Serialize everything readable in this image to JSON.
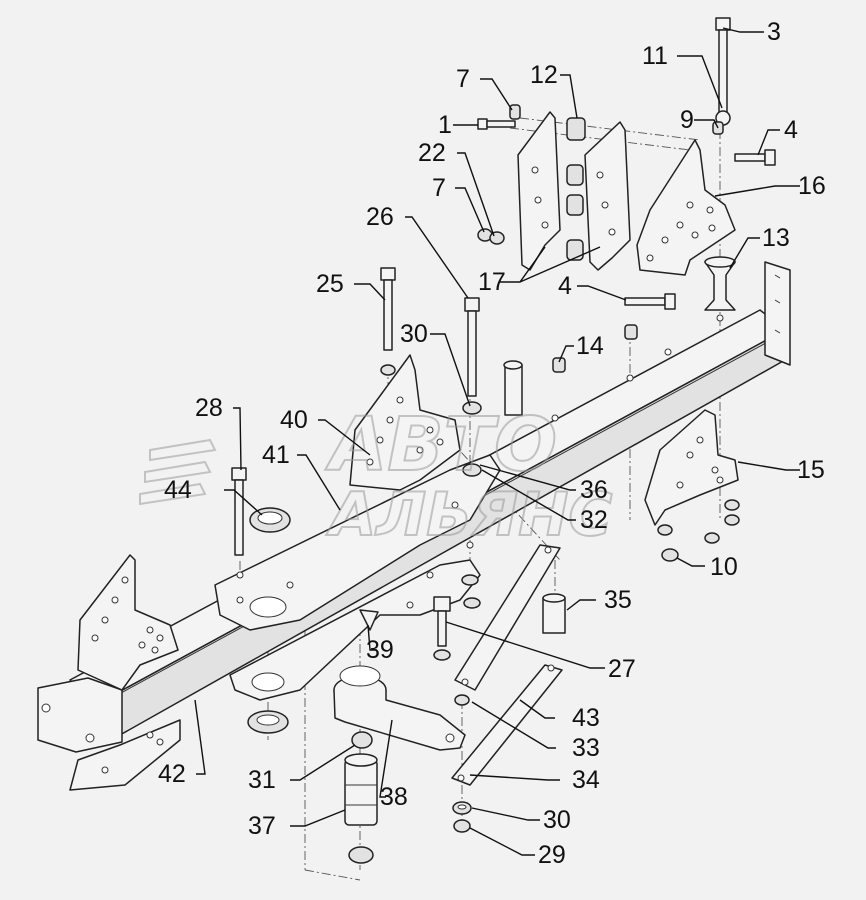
{
  "watermark": {
    "line1": "АВТО",
    "line2": "АЛЬЯНС"
  },
  "callouts": [
    {
      "id": "c1",
      "text": "1"
    },
    {
      "id": "c3",
      "text": "3"
    },
    {
      "id": "c4a",
      "text": "4"
    },
    {
      "id": "c4b",
      "text": "4"
    },
    {
      "id": "c7a",
      "text": "7"
    },
    {
      "id": "c7b",
      "text": "7"
    },
    {
      "id": "c9",
      "text": "9"
    },
    {
      "id": "c10",
      "text": "10"
    },
    {
      "id": "c11",
      "text": "11"
    },
    {
      "id": "c12",
      "text": "12"
    },
    {
      "id": "c13",
      "text": "13"
    },
    {
      "id": "c14",
      "text": "14"
    },
    {
      "id": "c15",
      "text": "15"
    },
    {
      "id": "c16",
      "text": "16"
    },
    {
      "id": "c17",
      "text": "17"
    },
    {
      "id": "c22",
      "text": "22"
    },
    {
      "id": "c25",
      "text": "25"
    },
    {
      "id": "c26",
      "text": "26"
    },
    {
      "id": "c27",
      "text": "27"
    },
    {
      "id": "c28",
      "text": "28"
    },
    {
      "id": "c29",
      "text": "29"
    },
    {
      "id": "c30a",
      "text": "30"
    },
    {
      "id": "c30b",
      "text": "30"
    },
    {
      "id": "c31",
      "text": "31"
    },
    {
      "id": "c32",
      "text": "32"
    },
    {
      "id": "c33",
      "text": "33"
    },
    {
      "id": "c34",
      "text": "34"
    },
    {
      "id": "c35",
      "text": "35"
    },
    {
      "id": "c36",
      "text": "36"
    },
    {
      "id": "c37",
      "text": "37"
    },
    {
      "id": "c38",
      "text": "38"
    },
    {
      "id": "c39",
      "text": "39"
    },
    {
      "id": "c40",
      "text": "40"
    },
    {
      "id": "c41",
      "text": "41"
    },
    {
      "id": "c42",
      "text": "42"
    },
    {
      "id": "c43",
      "text": "43"
    },
    {
      "id": "c44",
      "text": "44"
    }
  ]
}
